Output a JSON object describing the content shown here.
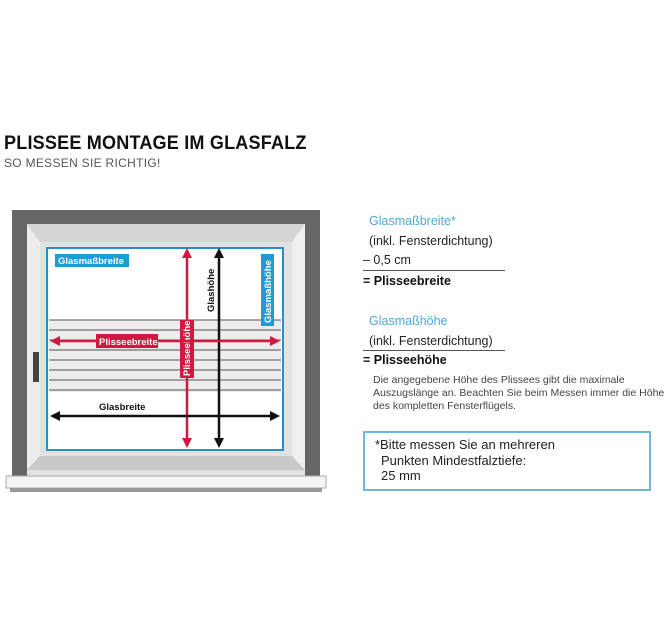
{
  "header": {
    "title": "PLISSEE MONTAGE IM GLASFALZ",
    "subtitle": "SO MESSEN SIE RICHTIG!"
  },
  "diagram": {
    "labels": {
      "glasmassbreite": "Glasmaßbreite",
      "glasmasshoehe": "Glasmaßhöhe",
      "glashoehe": "Glashöhe",
      "plisseebreite": "Plisseebreite",
      "plisseehoehe": "Plisseehöhe",
      "glasbreite": "Glasbreite"
    },
    "colors": {
      "frame_dark": "#666666",
      "frame_light": "#d8d8d8",
      "glass_border": "#2a8fc8",
      "label_blue": "#1e9ad6",
      "arrow_red": "#d01840",
      "arrow_black": "#111111",
      "pleat": "#cfcfcf"
    }
  },
  "instructions": {
    "width": {
      "heading": "Glasmaßbreite*",
      "line1": "(inkl. Fensterdichtung)",
      "line2": "– 0,5 cm",
      "result": "= Plisseebreite"
    },
    "height": {
      "heading": "Glasmaßhöhe",
      "line1": "(inkl. Fensterdichtung)",
      "result": "= Plisseehöhe"
    },
    "note": "Die angegebene Höhe des Plissees gibt die maximale Auszugslänge an. Beachten Sie beim Messen immer die Höhe des kompletten Fensterflügels."
  },
  "footnote_box": {
    "line1": "*Bitte messen Sie an mehreren",
    "line2": "Punkten Mindestfalztiefe:",
    "line3": "25 mm"
  }
}
